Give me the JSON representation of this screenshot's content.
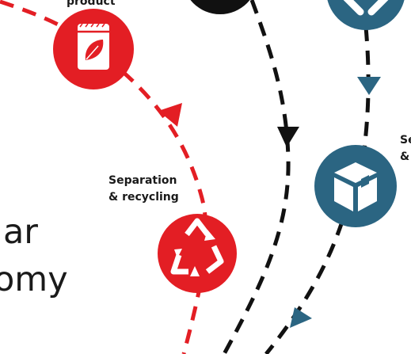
{
  "colors": {
    "red": "#e31e24",
    "teal": "#2b6582",
    "black": "#111111",
    "white": "#ffffff"
  },
  "nodes": {
    "product": {
      "label": "product",
      "icon": "leaf-bag-icon"
    },
    "separation": {
      "label": "Separation\n& recycling",
      "icon": "recycle-icon"
    },
    "right_partial": {
      "label": "Se\n&",
      "icon": "package-box-icon"
    },
    "top_teal": {
      "icon": "cross-arrows-icon"
    },
    "top_black": {
      "icon": "black-circle"
    }
  },
  "title_fragments": [
    "lar",
    "omy"
  ]
}
